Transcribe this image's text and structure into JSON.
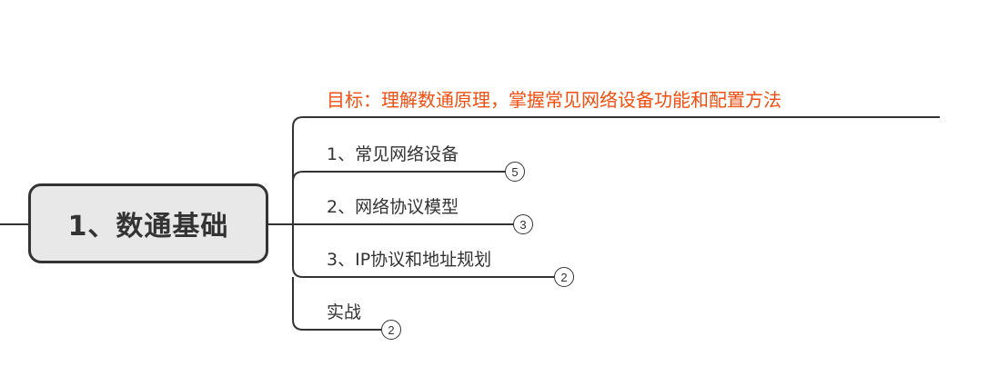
{
  "mindmap": {
    "central_topic": {
      "label": "1、数通基础"
    },
    "goal": {
      "label": "目标：理解数通原理，掌握常见网络设备功能和配置方法",
      "color": "#f24e0f"
    },
    "subtopics": [
      {
        "label": "1、常见网络设备",
        "collapsed_count": "5"
      },
      {
        "label": "2、网络协议模型",
        "collapsed_count": "3"
      },
      {
        "label": "3、IP协议和地址规划",
        "collapsed_count": "2"
      },
      {
        "label": "实战",
        "collapsed_count": "2"
      }
    ],
    "colors": {
      "line": "#333333",
      "box_fill": "#e8e8e8"
    }
  }
}
